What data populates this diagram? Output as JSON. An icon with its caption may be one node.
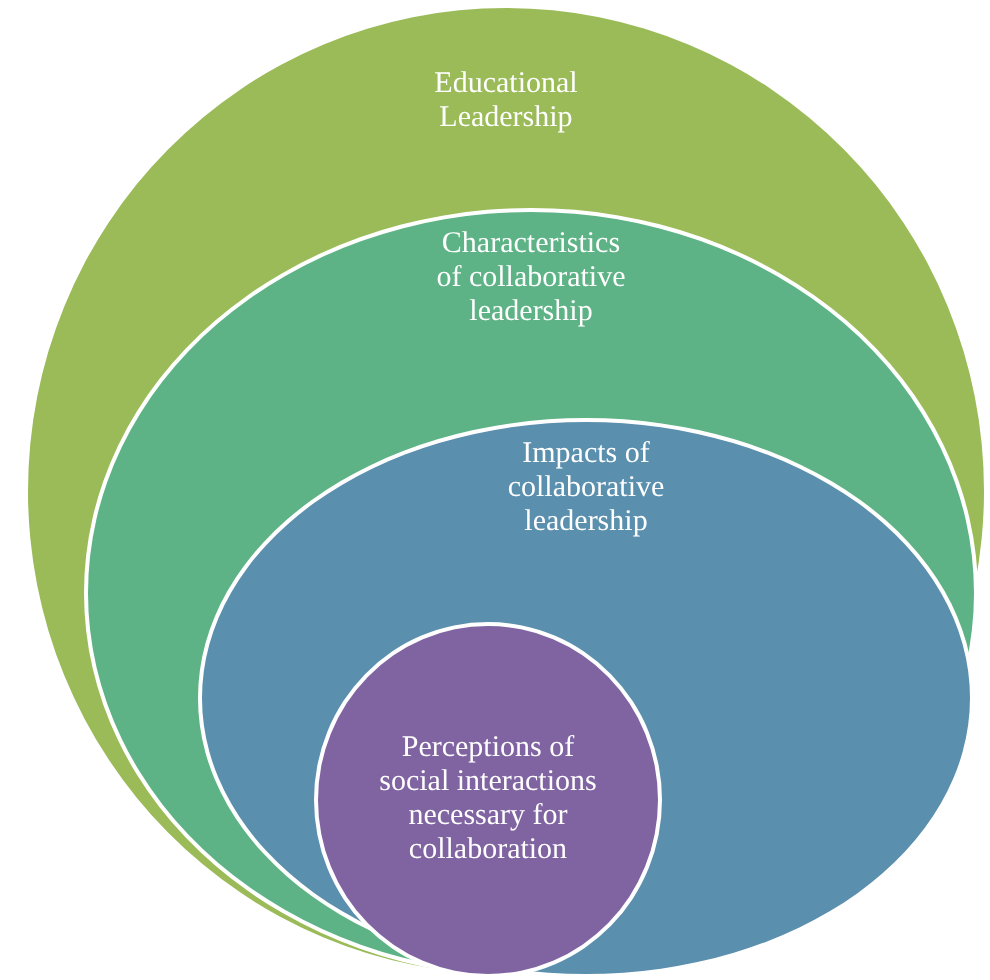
{
  "diagram": {
    "nodes": [
      {
        "text": [
          "Educational Leadership"
        ]
      },
      {
        "text": [
          "Characteristics of collaborative leadership"
        ],
        "in": 0
      },
      {
        "text": [
          "Impacts of collaborative leadership"
        ],
        "in": 1
      },
      {
        "text": [
          "Perceptions of social interactions necessary for collaboration"
        ],
        "in": 2
      }
    ]
  }
}
